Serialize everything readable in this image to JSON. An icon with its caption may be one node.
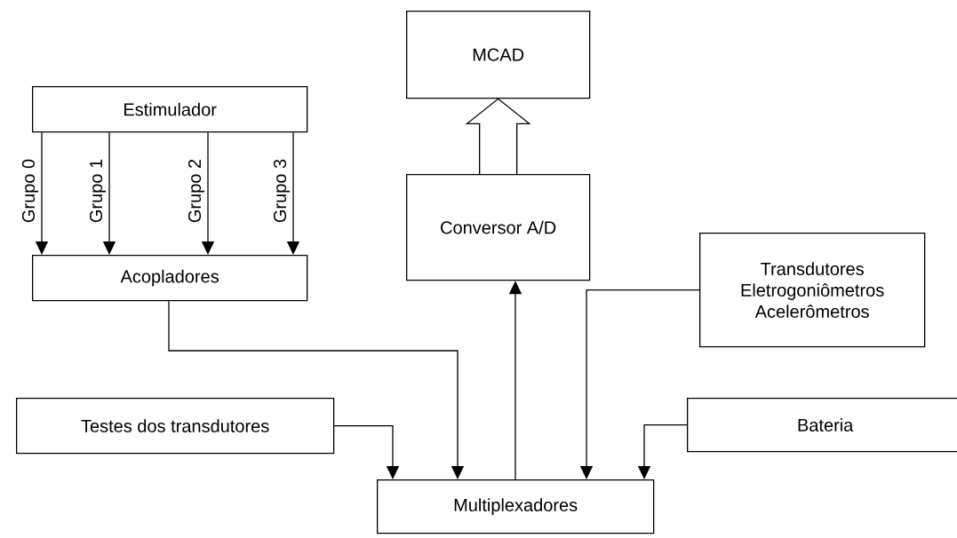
{
  "diagram": {
    "nodes": [
      {
        "text": [
          "Estimulador"
        ]
      },
      {
        "text": [
          "Acopladores"
        ]
      },
      {
        "text": [
          "MCAD"
        ]
      },
      {
        "text": [
          "Conversor A/D"
        ]
      },
      {
        "text": [
          "Transdutores Eletrogoniômetros Acelerômetros"
        ]
      },
      {
        "text": [
          "Testes dos transdutores"
        ]
      },
      {
        "text": [
          "Bateria"
        ]
      },
      {
        "text": [
          "Multiplexadores"
        ]
      }
    ],
    "edges": [
      {
        "from": 0,
        "to": 1,
        "arrow": "to",
        "label": "Grupo 0"
      },
      {
        "from": 0,
        "to": 1,
        "arrow": "to",
        "label": "Grupo 1"
      },
      {
        "from": 0,
        "to": 1,
        "arrow": "to",
        "label": "Grupo 2"
      },
      {
        "from": 0,
        "to": 1,
        "arrow": "to",
        "label": "Grupo 3"
      },
      {
        "from": 1,
        "to": 7,
        "arrow": "to"
      },
      {
        "from": 5,
        "to": 7,
        "arrow": "to"
      },
      {
        "from": 7,
        "to": 3,
        "arrow": "to"
      },
      {
        "from": 4,
        "to": 7,
        "arrow": "to"
      },
      {
        "from": 6,
        "to": 7,
        "arrow": "to"
      },
      {
        "from": 3,
        "to": 2,
        "arrow": "to",
        "style": "thick"
      }
    ]
  }
}
